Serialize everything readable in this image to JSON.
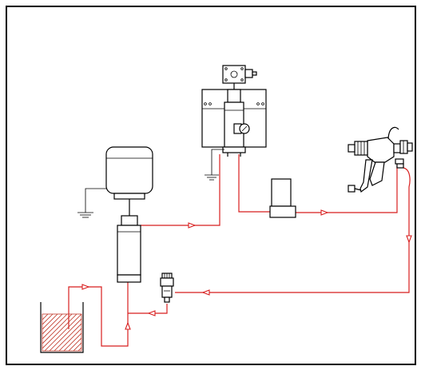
{
  "diagram": {
    "type": "schematic",
    "colors": {
      "outline": "#000000",
      "pipe": "#d81e1e",
      "paint": "#c0392b",
      "background": "#ffffff"
    },
    "components": [
      {
        "id": "paint-tank",
        "icon": "paint-reservoir-icon"
      },
      {
        "id": "pump-motor",
        "icon": "motor-icon"
      },
      {
        "id": "pump-cylinder",
        "icon": "pump-cylinder-icon"
      },
      {
        "id": "pressure-regulator-panel",
        "icon": "regulator-icon"
      },
      {
        "id": "inline-filter",
        "icon": "filter-icon"
      },
      {
        "id": "spray-gun",
        "icon": "spray-gun-icon"
      },
      {
        "id": "return-valve",
        "icon": "valve-icon"
      },
      {
        "id": "ground",
        "icon": "ground-icon"
      }
    ],
    "flow": [
      "paint-tank",
      "pump-cylinder",
      "pressure-regulator-panel",
      "inline-filter",
      "spray-gun",
      "return-valve",
      "paint-tank"
    ]
  }
}
